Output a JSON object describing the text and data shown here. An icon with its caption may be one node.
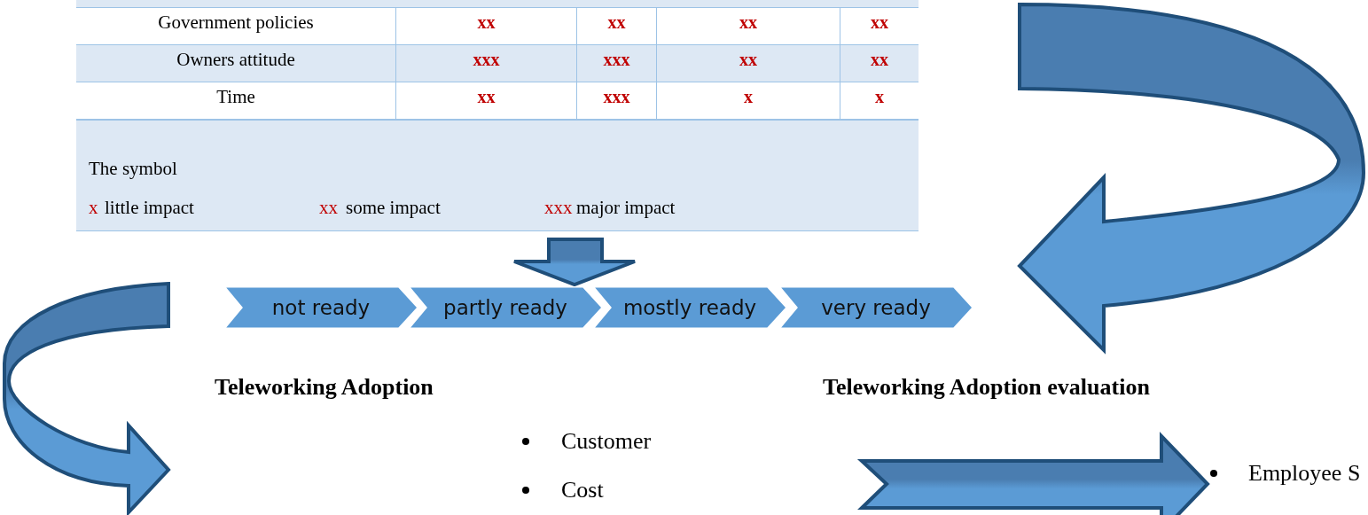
{
  "diagram": {
    "nodes": [
      {
        "text": [
          "not ready"
        ]
      },
      {
        "text": [
          "partly ready"
        ]
      },
      {
        "text": [
          "mostly ready"
        ]
      },
      {
        "text": [
          "very ready"
        ]
      },
      {
        "text": [
          "Employee S"
        ]
      }
    ],
    "edges": [
      {
        "from": null,
        "to": 1,
        "arrow": "to"
      },
      {
        "from": null,
        "to": 4,
        "arrow": "to"
      }
    ],
    "labels": [
      "Government policies",
      "xx",
      "xx",
      "xx",
      "xx",
      "Owners attitude",
      "xxx",
      "xxx",
      "xx",
      "xx",
      "Time",
      "xx",
      "xxx",
      "x",
      "x",
      "The symbol",
      "x",
      "little impact",
      "xx",
      "some impact",
      "xxx",
      "major impact",
      "Teleworking Adoption",
      "Teleworking Adoption evaluation",
      "Customer",
      "Cost"
    ]
  }
}
